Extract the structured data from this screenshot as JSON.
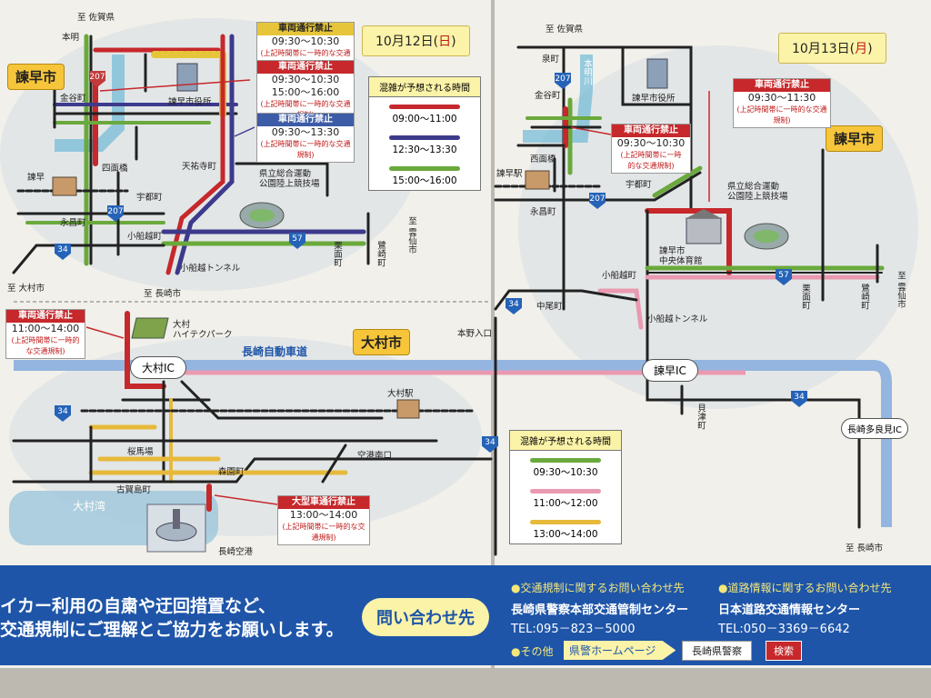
{
  "legend_colors": {
    "red": "#c6282b",
    "purple": "#3d3a8c",
    "green": "#6aa93c",
    "pink": "#e99ab0",
    "yellow": "#e7b93a",
    "blue_hw": "#93b5df"
  },
  "left_page": {
    "date": {
      "prefix": "10月12日(",
      "dow": "日",
      "suffix": ")"
    },
    "city_isahaya": "諫早市",
    "legend": {
      "title": "混雑が予想される時間",
      "items": [
        {
          "color": "#c6282b",
          "time": "09:00～11:00"
        },
        {
          "color": "#3d3a8c",
          "time": "12:30～13:30"
        },
        {
          "color": "#6aa93c",
          "time": "15:00～16:00"
        }
      ]
    },
    "warn1": {
      "title": "車両通行禁止",
      "time": "09:30～10:30",
      "note": "(上記時間帯に一時的な交通規制)"
    },
    "warn2": {
      "title": "車両通行禁止",
      "time1": "09:30～10:30",
      "time2": "15:00～16:00",
      "note": "(上記時間帯に一時的な交通規制)"
    },
    "warn3": {
      "title": "車両通行禁止",
      "time": "09:30～13:30",
      "note": "(上記時間帯に一時的な交通規制)"
    },
    "labels": {
      "saga": "至 佐賀県",
      "honmyo": "本明",
      "kanaya": "金谷町",
      "city_office": "諫早市役所",
      "isahaya_sta": "諫早",
      "shisei": "四面橋",
      "utsu": "宇都町",
      "eisho": "永昌町",
      "obama": "小船越町",
      "tenyu": "天祐寺町",
      "stadium": "県立総合運動\n公園陸上競技場",
      "unzen": "至 雲仙市",
      "kurime": "栗面町",
      "sagizaki": "鷺崎町",
      "tunnel": "小船越トンネル",
      "omura_city": "至 大村市",
      "nagasaki": "至 長崎市"
    },
    "routes": {
      "r207": "207",
      "r34": "34",
      "r57": "57"
    }
  },
  "right_page": {
    "date": {
      "prefix": "10月13日(",
      "dow": "月",
      "suffix": ")"
    },
    "city_isahaya": "諫早市",
    "legend": {
      "title": "混雑が予想される時間",
      "items": [
        {
          "color": "#6aa93c",
          "time": "09:30～10:30"
        },
        {
          "color": "#e99ab0",
          "time": "11:00～12:00"
        },
        {
          "color": "#e7b93a",
          "time": "13:00～14:00"
        }
      ]
    },
    "warn1": {
      "title": "車両通行禁止",
      "time": "09:30～11:30",
      "note": "(上記時間帯に一時的な交通規制)"
    },
    "warn2": {
      "title": "車両通行禁止",
      "time": "09:30～10:30",
      "note": "(上記時間帯に一時\n的な交通規制)"
    },
    "labels": {
      "saga": "至 佐賀県",
      "izumi": "泉町",
      "honmyo": "本明川",
      "kanaya": "金谷町",
      "city_office": "諫早市役所",
      "isahaya_sta": "諫早駅",
      "shisei": "西面橋",
      "eisho": "永昌町",
      "utsu": "宇都町",
      "stadium": "県立総合運動\n公園陸上競技場",
      "gym": "諫早市\n中央体育館",
      "obama": "小船越町",
      "tunnel": "小船越トンネル",
      "nakao": "中尾町",
      "honno": "本野入口",
      "kurime": "栗面町",
      "sagizaki": "鷺崎町",
      "unzen": "至 雲仙市",
      "kaizu": "貝津町",
      "nagasaki": "至 長崎市"
    },
    "ic_isahaya": "諫早IC",
    "ic_tara": "長崎多良見IC"
  },
  "omura": {
    "city": "大村市",
    "expressway": "長崎自動車道",
    "ic": "大村IC",
    "warn1": {
      "title": "車両通行禁止",
      "time": "11:00～14:00",
      "note": "(上記時間帯に一時的な交通規制)"
    },
    "warn2": {
      "title": "大型車通行禁止",
      "time": "13:00～14:00",
      "note": "(上記時間帯に一時的な交通規制)"
    },
    "labels": {
      "hitech": "大村\nハイテクパーク",
      "omura_sta": "大村駅",
      "sakuramaba": "桜馬場",
      "kogashima": "古賀島町",
      "morizono": "森園町",
      "airport_s": "空港南口",
      "airport": "長崎空港",
      "omura_bay": "大村湾",
      "honno": "本野入口"
    }
  },
  "footer": {
    "left_line1": "イカー利用の自粛や迂回措置など、",
    "left_line2": "交通規制にご理解とご協力をお願いします。",
    "contact_badge": "問い合わせ先",
    "c1_title": "●交通規制に関するお問い合わせ先",
    "c1_org": "長崎県警察本部交通管制センター",
    "c1_tel": "TEL:095－823－5000",
    "c2_title": "●道路情報に関するお問い合わせ先",
    "c2_org": "日本道路交通情報センター",
    "c2_tel": "TEL:050－3369－6642",
    "other": "●その他",
    "hp": "県警ホームページ",
    "search_box": "長崎県警察",
    "search_btn": "検索"
  }
}
